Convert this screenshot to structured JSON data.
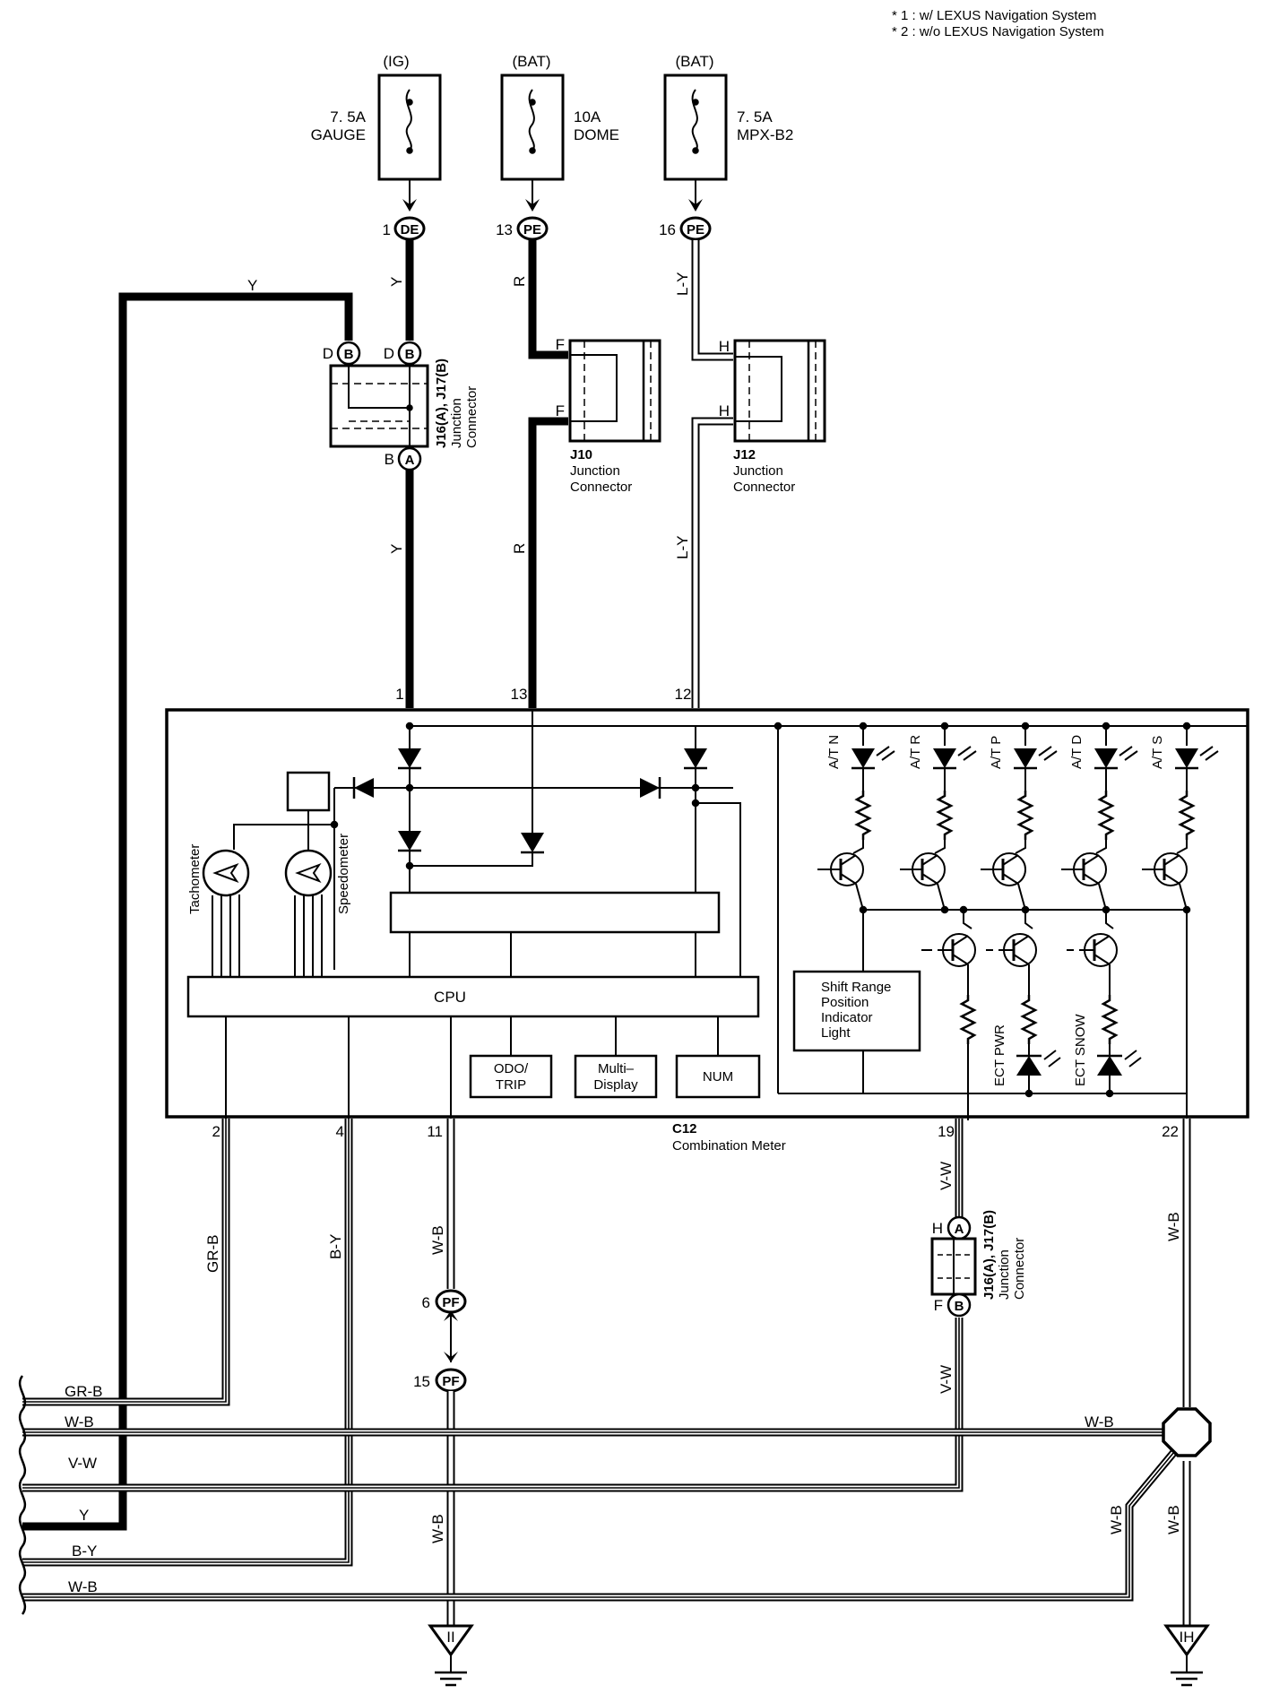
{
  "notes": [
    "* 1 : w/ LEXUS Navigation System",
    "* 2 : w/o LEXUS Navigation System"
  ],
  "fuses": [
    {
      "source": "(IG)",
      "rating": "7. 5A",
      "name": "GAUGE",
      "pin": "1",
      "connector": "DE",
      "wire": "Y"
    },
    {
      "source": "(BAT)",
      "rating": "10A",
      "name": "DOME",
      "pin": "13",
      "connector": "PE",
      "wire": "R"
    },
    {
      "source": "(BAT)",
      "rating": "7. 5A",
      "name": "MPX-B2",
      "pin": "16",
      "connector": "PE",
      "wire": "L-Y"
    }
  ],
  "connectors": {
    "j16_top": {
      "name": "J16(A), J17(B)",
      "desc1": "Junction",
      "desc2": "Connector",
      "pins": [
        "D",
        "B",
        "D",
        "B",
        "B",
        "A"
      ]
    },
    "j10": {
      "name": "J10",
      "desc1": "Junction",
      "desc2": "Connector",
      "pins": [
        "F",
        "F"
      ]
    },
    "j12": {
      "name": "J12",
      "desc1": "Junction",
      "desc2": "Connector",
      "pins": [
        "H",
        "H"
      ]
    },
    "j16_bottom": {
      "name": "J16(A), J17(B)",
      "desc1": "Junction",
      "desc2": "Connector",
      "pins": [
        "H",
        "A",
        "F",
        "B"
      ]
    },
    "pf": {
      "pins": [
        "6",
        "15"
      ],
      "label": "PF"
    }
  },
  "meter": {
    "id": "C12",
    "name": "Combination Meter",
    "top_pins": [
      "1",
      "13",
      "12"
    ],
    "bottom_pins": [
      "2",
      "4",
      "11",
      "19",
      "22"
    ],
    "cpu": "CPU",
    "gauges": [
      "Tachometer",
      "Speedometer"
    ],
    "blocks": [
      "ODO/",
      "TRIP",
      "Multi–",
      "Display",
      "NUM"
    ],
    "indicators": [
      "A/T N",
      "A/T R",
      "A/T P",
      "A/T D",
      "A/T S"
    ],
    "ect": [
      "ECT PWR",
      "ECT SNOW"
    ],
    "shift_light": [
      "Shift Range",
      "Position",
      "Indicator",
      "Light"
    ]
  },
  "wires": {
    "top_y": "Y",
    "y_mid": "Y",
    "r_top": "R",
    "r_mid": "R",
    "ly_top": "L-Y",
    "ly_mid": "L-Y",
    "grb": "GR-B",
    "by": "B-Y",
    "wb_11": "W-B",
    "vw_top": "V-W",
    "vw_bottom": "V-W",
    "wb_22": "W-B",
    "wb_pf": "W-B",
    "wb_ih1": "W-B",
    "wb_ih2": "W-B",
    "wb_star": "W-B"
  },
  "left_wires": [
    "GR-B",
    "W-B",
    "V-W",
    "Y",
    "B-Y",
    "W-B"
  ],
  "grounds": [
    "II",
    "IH"
  ]
}
